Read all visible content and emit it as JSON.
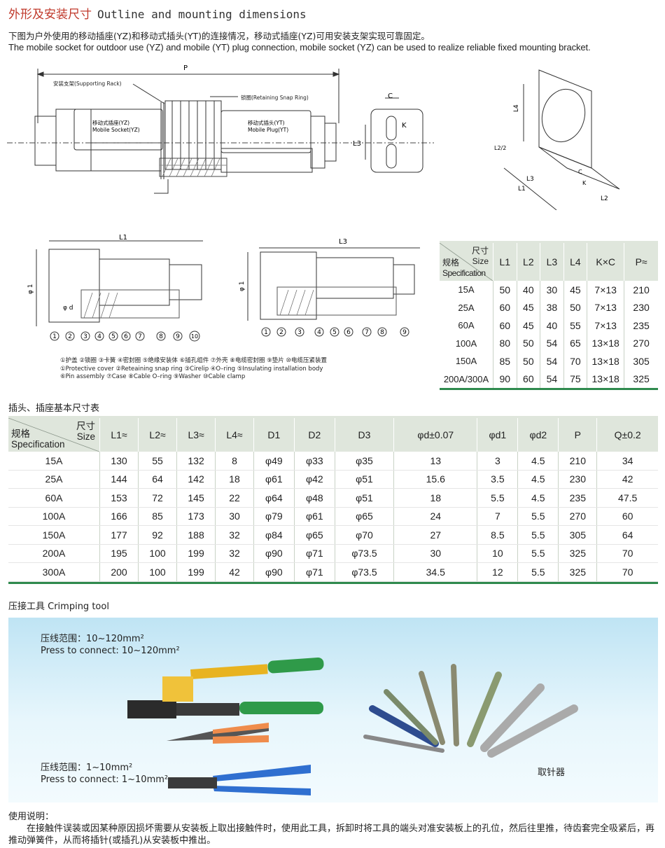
{
  "header": {
    "title_cn": "外形及安装尺寸",
    "title_en": "Outline and mounting dimensions",
    "intro_cn": "下图为户外使用的移动插座(YZ)和移动式插头(YT)的连接情况，移动式插座(YZ)可用安装支架实现可靠固定。",
    "intro_en": "The mobile socket for outdoor use (YZ) and mobile (YT) plug connection, mobile socket (YZ) can be used to realize reliable fixed mounting bracket."
  },
  "drawing_top": {
    "dim_p": "P",
    "rack": "安装支架(Supporting Rack)",
    "snap_ring": "锁圈(Retaining Snap Ring)",
    "socket_cn": "移动式插座(YZ)",
    "socket_en": "Mobile Socket(YZ)",
    "plug_cn": "移动式插头(YT)",
    "plug_en": "Mobile Plug(YT)",
    "dim_c": "C",
    "dim_k": "K",
    "dim_l3": "L3",
    "dim_l4": "L4",
    "dim_l2half": "L2/2",
    "dim_l3b": "L3",
    "dim_l1": "L1",
    "dim_l2": "L2",
    "dim_kc": "K",
    "dim_cc": "C"
  },
  "drawing_bottom": {
    "dim_l1": "L1",
    "dim_l3": "L3",
    "dim_phi1_a": "φ 1",
    "dim_phi1_b": "φ 1",
    "dim_phid": "φ d",
    "left_nums": [
      "1",
      "2",
      "3",
      "4",
      "5",
      "6",
      "7",
      "8",
      "9",
      "10"
    ],
    "right_nums": [
      "1",
      "2",
      "3",
      "4",
      "5",
      "6",
      "7",
      "8",
      "9"
    ],
    "legend_cn": "①护盖 ②锁圈 ③卡簧 ④密封圈 ⑤绝缘安装体 ⑥插孔组件 ⑦外壳 ⑧电缆密封圈 ⑨垫片 ⑩电缆压紧装置",
    "legend_en1": "①Protective cover ②Reteaining snap ring ③Cirelip ④O–ring ⑤Insulating installation body",
    "legend_en2": "⑥Pin assembly ⑦Case ⑧Cable O–ring ⑨Washer ⑩Cable clamp"
  },
  "small_table": {
    "corner_size_cn": "尺寸",
    "corner_size_en": "Size",
    "corner_spec_cn": "规格",
    "corner_spec_en": "Specification",
    "headers": [
      "L1",
      "L2",
      "L3",
      "L4",
      "K×C",
      "P≈"
    ],
    "rows": [
      [
        "15A",
        "50",
        "40",
        "30",
        "45",
        "7×13",
        "210"
      ],
      [
        "25A",
        "60",
        "45",
        "38",
        "50",
        "7×13",
        "230"
      ],
      [
        "60A",
        "60",
        "45",
        "40",
        "55",
        "7×13",
        "235"
      ],
      [
        "100A",
        "80",
        "50",
        "54",
        "65",
        "13×18",
        "270"
      ],
      [
        "150A",
        "85",
        "50",
        "54",
        "70",
        "13×18",
        "305"
      ],
      [
        "200A/300A",
        "90",
        "60",
        "54",
        "75",
        "13×18",
        "325"
      ]
    ]
  },
  "big_table": {
    "title": "插头、插座基本尺寸表",
    "corner_size_cn": "尺寸",
    "corner_size_en": "Size",
    "corner_spec_cn": "规格",
    "corner_spec_en": "Specification",
    "headers": [
      "L1≈",
      "L2≈",
      "L3≈",
      "L4≈",
      "D1",
      "D2",
      "D3",
      "φd±0.07",
      "φd1",
      "φd2",
      "P",
      "Q±0.2"
    ],
    "rows": [
      [
        "15A",
        "130",
        "55",
        "132",
        "8",
        "φ49",
        "φ33",
        "φ35",
        "13",
        "3",
        "4.5",
        "210",
        "34"
      ],
      [
        "25A",
        "144",
        "64",
        "142",
        "18",
        "φ61",
        "φ42",
        "φ51",
        "15.6",
        "3.5",
        "4.5",
        "230",
        "42"
      ],
      [
        "60A",
        "153",
        "72",
        "145",
        "22",
        "φ64",
        "φ48",
        "φ51",
        "18",
        "5.5",
        "4.5",
        "235",
        "47.5"
      ],
      [
        "100A",
        "166",
        "85",
        "173",
        "30",
        "φ79",
        "φ61",
        "φ65",
        "24",
        "7",
        "5.5",
        "270",
        "60"
      ],
      [
        "150A",
        "177",
        "92",
        "188",
        "32",
        "φ84",
        "φ65",
        "φ70",
        "27",
        "8.5",
        "5.5",
        "305",
        "64"
      ],
      [
        "200A",
        "195",
        "100",
        "199",
        "32",
        "φ90",
        "φ71",
        "φ73.5",
        "30",
        "10",
        "5.5",
        "325",
        "70"
      ],
      [
        "300A",
        "200",
        "100",
        "199",
        "42",
        "φ90",
        "φ71",
        "φ73.5",
        "34.5",
        "12",
        "5.5",
        "325",
        "70"
      ]
    ]
  },
  "crimping": {
    "title": "压接工具 Crimping tool",
    "range1_cn": "压线范围：10~120mm²",
    "range1_en": "Press to connect: 10~120mm²",
    "range2_cn": "压线范围：1~10mm²",
    "range2_en": "Press to connect: 1~10mm²",
    "extractor": "取针器"
  },
  "usage": {
    "title": "使用说明：",
    "text": "在接触件误装或因某种原因损坏需要从安装板上取出接触件时，使用此工具，拆卸时将工具的端头对准安装板上的孔位，然后往里推，待齿套完全吸紧后，再推动弹簧件，从而将插针(或插孔)从安装板中推出。"
  }
}
